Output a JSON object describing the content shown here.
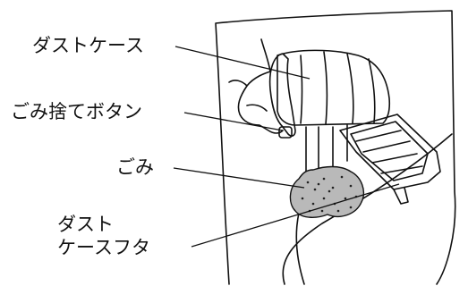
{
  "labels": {
    "dust_case": "ダストケース",
    "dump_button": "ごみ捨てボタン",
    "dirt": "ごみ",
    "cover_line1": "ダスト",
    "cover_line2": "ケースフタ"
  }
}
